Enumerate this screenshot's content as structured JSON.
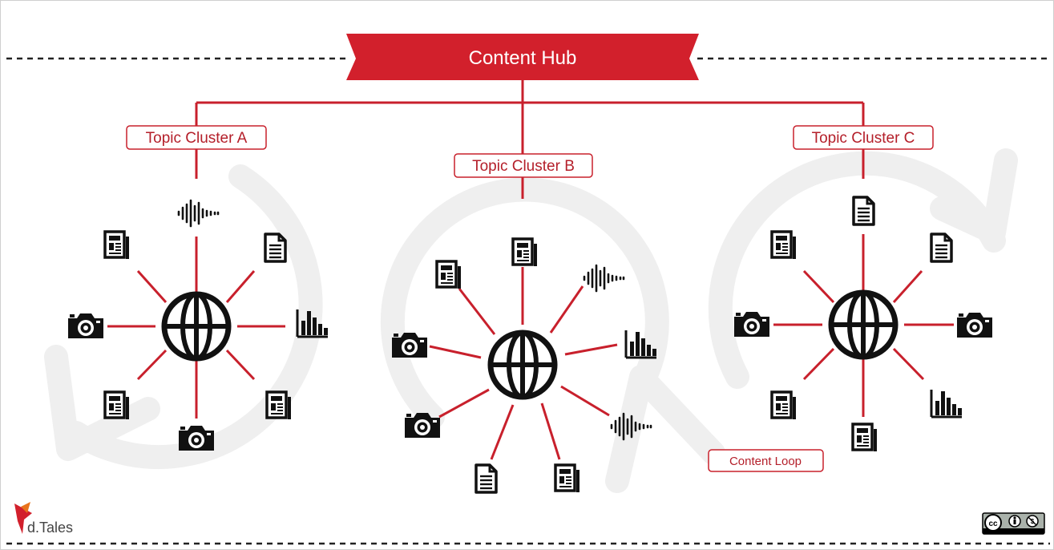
{
  "title": "Content Hub",
  "clusters": [
    {
      "label": "Topic Cluster A"
    },
    {
      "label": "Topic Cluster B"
    },
    {
      "label": "Topic Cluster C"
    }
  ],
  "loop_label": "Content Loop",
  "brand": {
    "name": "d.Tales"
  },
  "license": {
    "text": "cc by nc"
  },
  "colors": {
    "accent": "#d2202c",
    "icon": "#1a1a1a",
    "ghost": "#eeeeee",
    "dash": "#222222"
  },
  "icons": {
    "cluster_a": [
      "waveform-icon",
      "document-icon",
      "bar-chart-icon",
      "newspaper-icon",
      "camera-icon",
      "newspaper-icon",
      "camera-icon",
      "newspaper-icon"
    ],
    "cluster_b": [
      "newspaper-icon",
      "waveform-icon",
      "bar-chart-icon",
      "waveform-icon",
      "newspaper-icon",
      "document-icon",
      "camera-icon",
      "camera-icon",
      "newspaper-icon"
    ],
    "cluster_c": [
      "document-icon",
      "document-icon",
      "camera-icon",
      "bar-chart-icon",
      "newspaper-icon",
      "newspaper-icon",
      "camera-icon",
      "newspaper-icon"
    ]
  }
}
